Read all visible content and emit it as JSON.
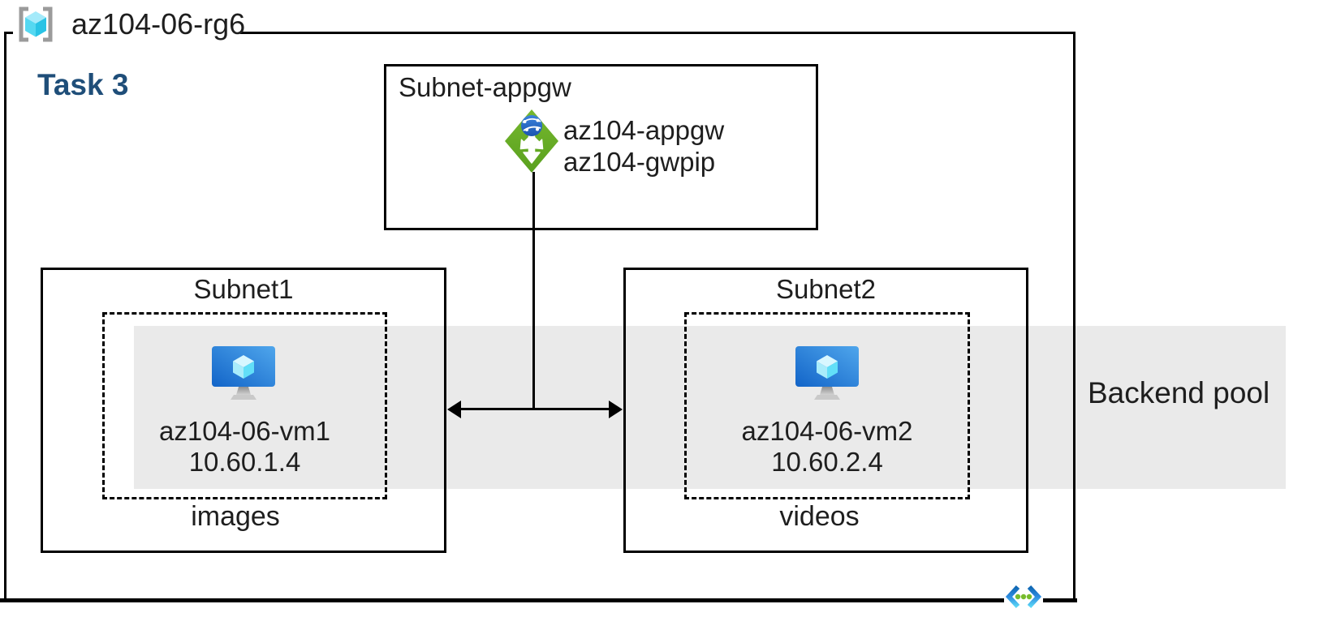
{
  "resource_group": {
    "name": "az104-06-rg6",
    "icon": "resource-group-icon"
  },
  "task": {
    "label": "Task 3",
    "color": "#1f4e79"
  },
  "appgw_subnet": {
    "title": "Subnet-appgw",
    "gateway_name": "az104-appgw",
    "public_ip_name": "az104-gwpip",
    "icon": "application-gateway-icon"
  },
  "subnets": [
    {
      "title": "Subnet1",
      "vm_name": "az104-06-vm1",
      "vm_ip": "10.60.1.4",
      "storage_label": "images",
      "icon": "virtual-machine-icon"
    },
    {
      "title": "Subnet2",
      "vm_name": "az104-06-vm2",
      "vm_ip": "10.60.2.4",
      "storage_label": "videos",
      "icon": "virtual-machine-icon"
    }
  ],
  "backend_pool": {
    "label": "Backend pool",
    "band_color": "#eaeaea"
  },
  "footer": {
    "icon": "virtual-network-icon"
  },
  "colors": {
    "appgw_green": "#69ad27",
    "azure_blue": "#0078d4",
    "cube_cyan": "#50e6ff",
    "vnet_dot_green": "#76bc2d",
    "task_blue": "#1f4e79",
    "border_black": "#000000"
  }
}
